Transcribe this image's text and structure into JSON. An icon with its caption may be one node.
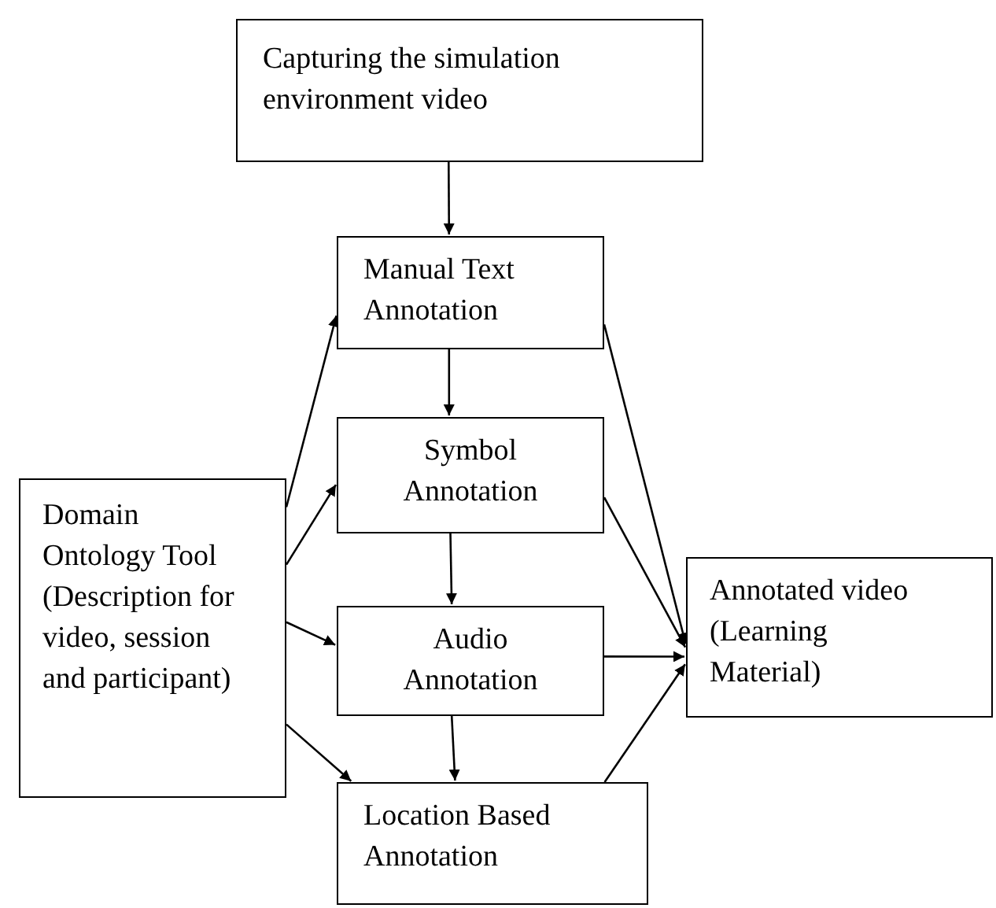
{
  "diagram": {
    "nodes": [
      {
        "text": [
          "Capturing the simulation environment video"
        ]
      },
      {
        "text": [
          "Manual Text Annotation"
        ]
      },
      {
        "text": [
          "Symbol Annotation"
        ]
      },
      {
        "text": [
          "Audio Annotation"
        ]
      },
      {
        "text": [
          "Location Based Annotation"
        ]
      },
      {
        "text": [
          "Domain Ontology Tool (Description for video, session and participant)"
        ]
      },
      {
        "text": [
          "Annotated video (Learning Material)"
        ]
      }
    ],
    "edges": [
      {
        "from": 0,
        "to": 1,
        "arrow": "to"
      },
      {
        "from": 1,
        "to": 2,
        "arrow": "to"
      },
      {
        "from": 2,
        "to": 3,
        "arrow": "to"
      },
      {
        "from": 3,
        "to": 4,
        "arrow": "to"
      },
      {
        "from": 5,
        "to": 1,
        "arrow": "to"
      },
      {
        "from": 5,
        "to": 2,
        "arrow": "to"
      },
      {
        "from": 5,
        "to": 3,
        "arrow": "to"
      },
      {
        "from": 5,
        "to": 4,
        "arrow": "to"
      },
      {
        "from": 1,
        "to": 6,
        "arrow": "to"
      },
      {
        "from": 2,
        "to": 6,
        "arrow": "to"
      },
      {
        "from": 3,
        "to": 6,
        "arrow": "to"
      },
      {
        "from": 4,
        "to": 6,
        "arrow": "to"
      }
    ]
  }
}
